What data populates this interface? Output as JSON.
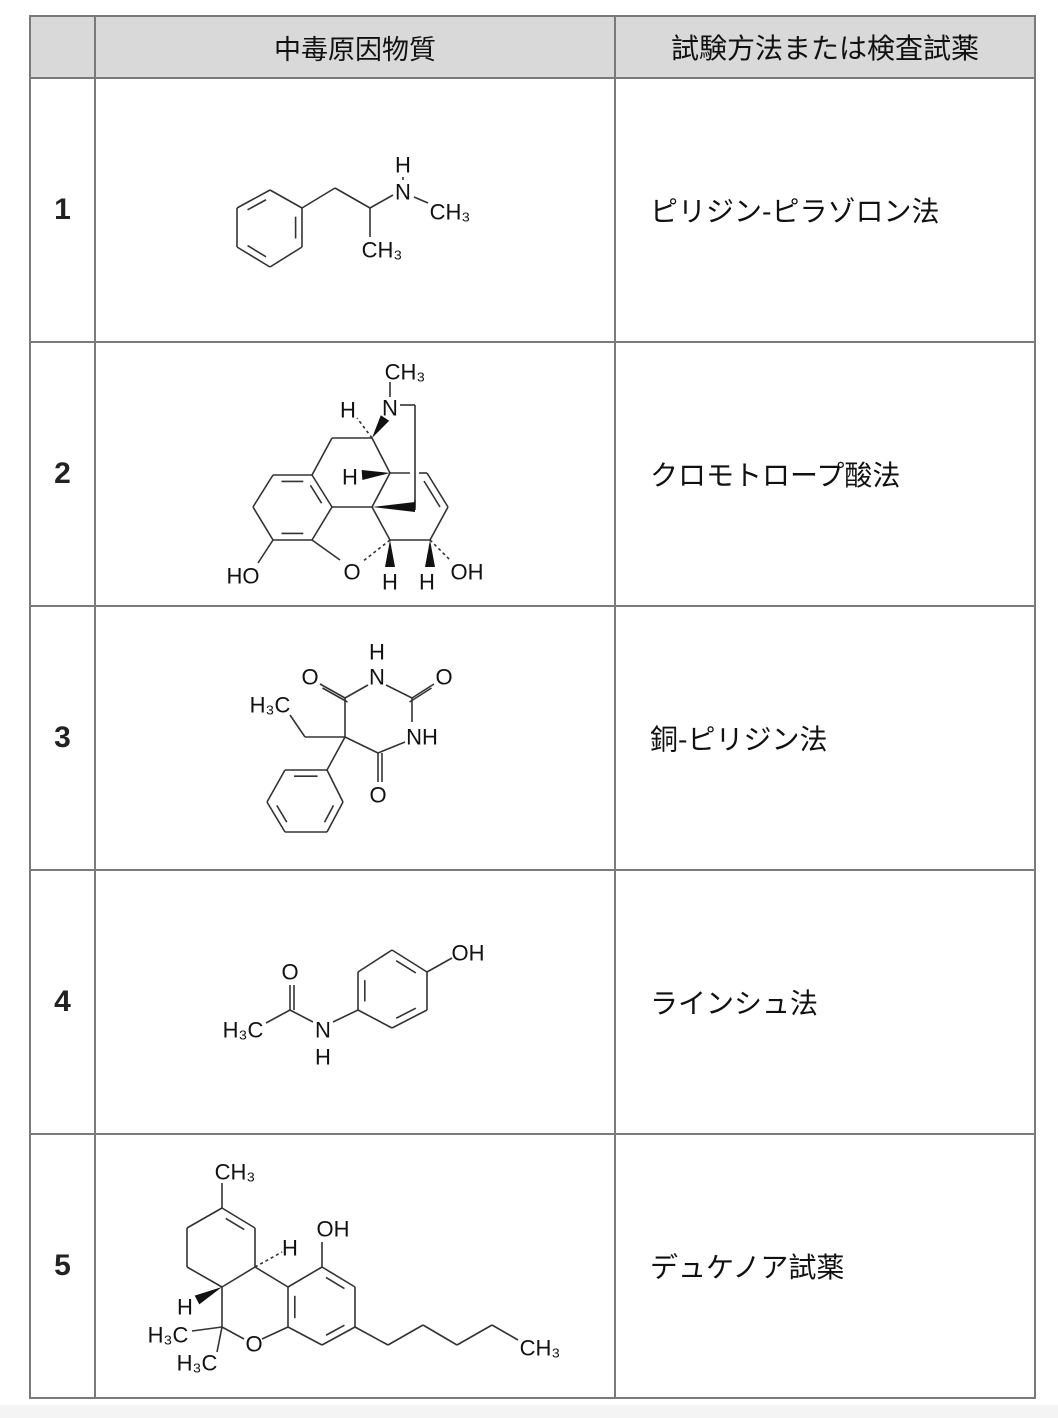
{
  "header": {
    "col_no": "",
    "col_substance": "中毒原因物質",
    "col_method": "試験方法または検査試薬"
  },
  "rows": [
    {
      "no": "1",
      "method": "ピリジン‐ピラゾロン法",
      "labels": [
        "H",
        "N",
        "CH₃",
        "CH₃"
      ]
    },
    {
      "no": "2",
      "method": "クロモトロープ酸法",
      "labels": [
        "CH₃",
        "N",
        "H",
        "H",
        "HO",
        "O",
        "H",
        "H",
        "OH"
      ]
    },
    {
      "no": "3",
      "method": "銅‐ピリジン法",
      "labels": [
        "H",
        "N",
        "O",
        "O",
        "H₃C",
        "NH",
        "O"
      ]
    },
    {
      "no": "4",
      "method": "ラインシュ法",
      "labels": [
        "O",
        "OH",
        "H₃C",
        "N",
        "H"
      ]
    },
    {
      "no": "5",
      "method": "デュケノア試薬",
      "labels": [
        "CH₃",
        "OH",
        "H",
        "H",
        "H₃C",
        "H₃C",
        "O",
        "CH₃"
      ]
    }
  ]
}
